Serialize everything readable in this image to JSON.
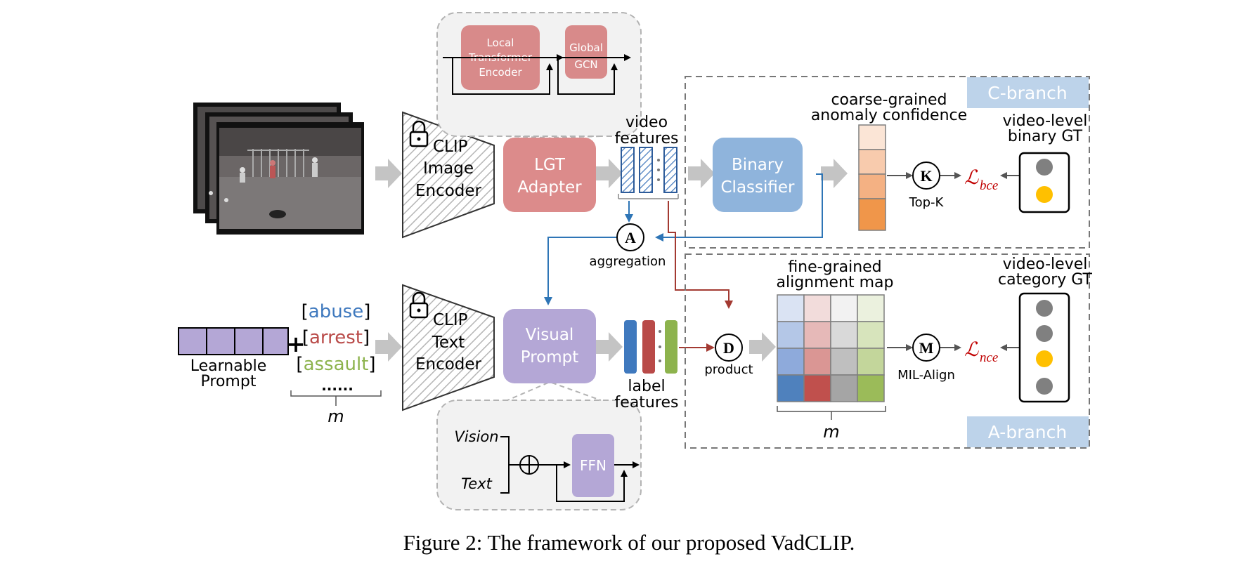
{
  "figure": {
    "caption": "Figure 2: The framework of our proposed VadCLIP.",
    "image_encoder": {
      "title": "CLIP",
      "line1": "Image",
      "line2": "Encoder"
    },
    "text_encoder": {
      "title": "CLIP",
      "line1": "Text",
      "line2": "Encoder"
    },
    "lgt_adapter": {
      "line1": "LGT",
      "line2": "Adapter"
    },
    "local_transformer": {
      "line1": "Local",
      "line2": "Transformer",
      "line3": "Encoder"
    },
    "global_gcn": {
      "line1": "Global",
      "line2": "GCN"
    },
    "video_features": {
      "line1": "video",
      "line2": "features"
    },
    "binary_classifier": {
      "line1": "Binary",
      "line2": "Classifier"
    },
    "coarse_confidence": {
      "line1": "coarse-grained",
      "line2": "anomaly confidence"
    },
    "topk": {
      "symbol": "K",
      "label": "Top-K"
    },
    "loss_bce": {
      "main": "ℒ",
      "sub": "bce"
    },
    "loss_nce": {
      "main": "ℒ",
      "sub": "nce"
    },
    "binary_gt": {
      "line1": "video-level",
      "line2": "binary GT"
    },
    "category_gt": {
      "line1": "video-level",
      "line2": "category GT"
    },
    "c_branch": "C-branch",
    "a_branch": "A-branch",
    "aggregation": {
      "symbol": "A",
      "label": "aggregation"
    },
    "product": {
      "symbol": "D",
      "label": "product"
    },
    "mil_align": {
      "symbol": "M",
      "label": "MIL-Align"
    },
    "fine_map": {
      "line1": "fine-grained",
      "line2": "alignment map"
    },
    "map_width_label": "m",
    "learnable_prompt": {
      "line1": "Learnable",
      "line2": "Prompt"
    },
    "plus": "+",
    "labels": [
      "abuse",
      "arrest",
      "assault"
    ],
    "label_colors": [
      "#3f79be",
      "#b94a48",
      "#8db34d"
    ],
    "ellipsis": "......",
    "labels_width_label": "m",
    "visual_prompt": {
      "line1": "Visual",
      "line2": "Prompt"
    },
    "label_features": {
      "line1": "label",
      "line2": "features"
    },
    "vision_label": "Vision",
    "text_label": "Text",
    "ffn": "FFN"
  }
}
